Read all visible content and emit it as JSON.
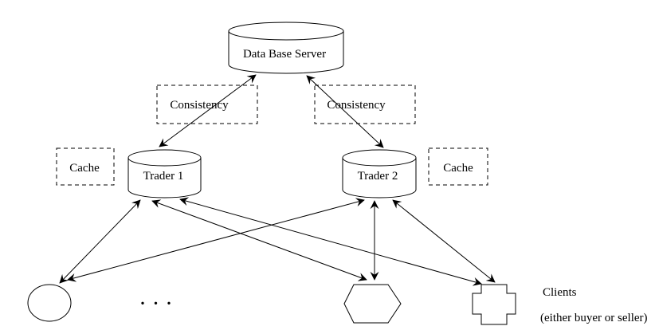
{
  "diagram": {
    "background_color": "#ffffff",
    "stroke_color": "#000000",
    "text_color": "#000000",
    "nodes": {
      "database_server": {
        "label": "Data Base Server",
        "shape": "cylinder"
      },
      "consistency_left": {
        "label": "Consistency",
        "shape": "dashed-box"
      },
      "consistency_right": {
        "label": "Consistency",
        "shape": "dashed-box"
      },
      "cache_left": {
        "label": "Cache",
        "shape": "dashed-box"
      },
      "cache_right": {
        "label": "Cache",
        "shape": "dashed-box"
      },
      "trader_1": {
        "label": "Trader 1",
        "shape": "cylinder"
      },
      "trader_2": {
        "label": "Trader 2",
        "shape": "cylinder"
      },
      "client_circle": {
        "label": "",
        "shape": "circle"
      },
      "client_hexagon": {
        "label": "",
        "shape": "hexagon"
      },
      "client_cross": {
        "label": "",
        "shape": "cross"
      },
      "more_clients_ellipsis": {
        "label": ". . ."
      }
    },
    "caption": {
      "line1": "Clients",
      "line2": "(either buyer or seller)"
    },
    "edges": [
      {
        "from": "trader_1",
        "to": "database_server",
        "bidirectional": true,
        "passes_through": "consistency_left"
      },
      {
        "from": "trader_2",
        "to": "database_server",
        "bidirectional": true,
        "passes_through": "consistency_right"
      },
      {
        "from": "client_circle",
        "to": "trader_1",
        "bidirectional": true
      },
      {
        "from": "client_circle",
        "to": "trader_2",
        "bidirectional": true
      },
      {
        "from": "client_hexagon",
        "to": "trader_1",
        "bidirectional": true
      },
      {
        "from": "client_hexagon",
        "to": "trader_2",
        "bidirectional": true
      },
      {
        "from": "client_cross",
        "to": "trader_1",
        "bidirectional": true
      },
      {
        "from": "client_cross",
        "to": "trader_2",
        "bidirectional": true
      }
    ]
  }
}
